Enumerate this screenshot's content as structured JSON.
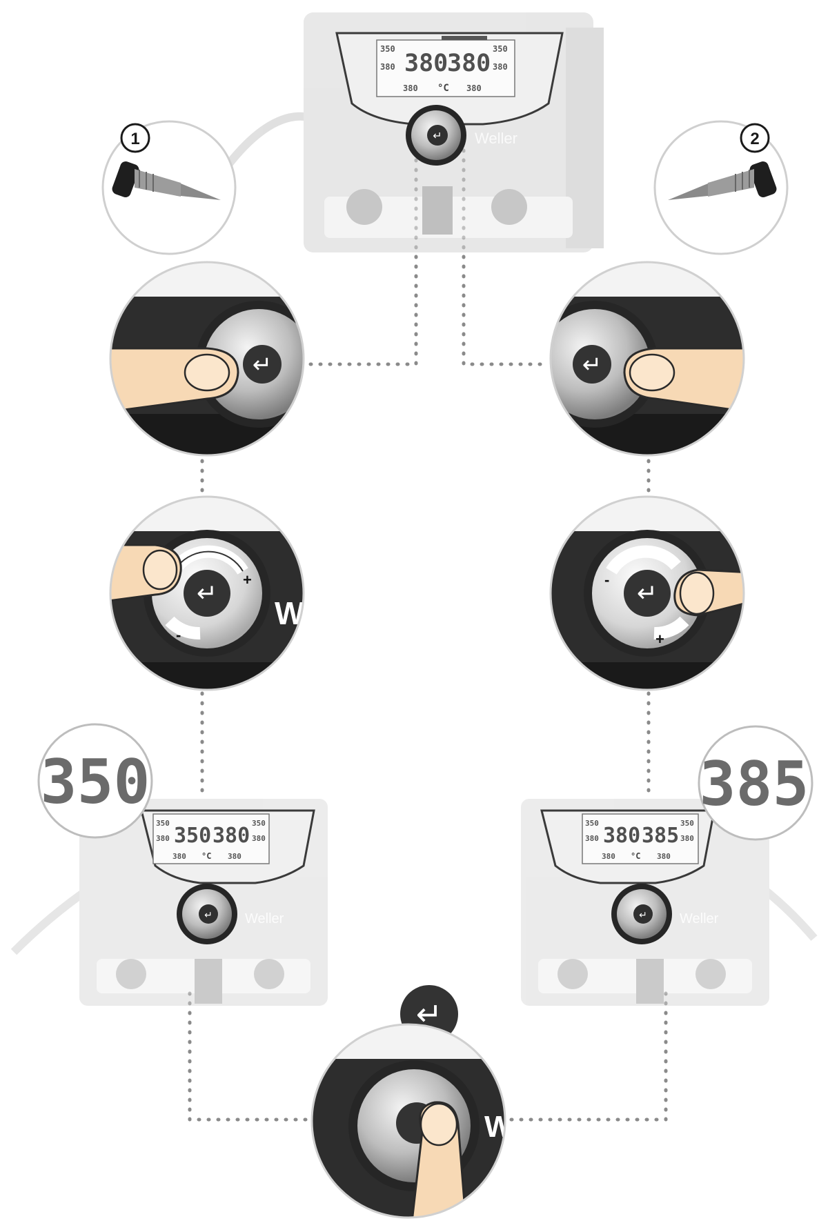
{
  "station_top": {
    "display": {
      "left_small_top": "350",
      "left_small_bottom": "380",
      "main_left": "380",
      "main_right": "380",
      "right_small_top": "350",
      "right_small_bottom": "380",
      "bottom_left": "380",
      "bottom_unit": "°C",
      "bottom_right": "380"
    },
    "brand": "Weller"
  },
  "port_badges": {
    "left": "1",
    "right": "2"
  },
  "knob_enter_symbol": "↵",
  "rotation_signs": {
    "plus": "+",
    "minus": "-"
  },
  "knob_brand_letter": "W",
  "result_left": {
    "callout_value": "350",
    "display": {
      "left_small_top": "350",
      "left_small_bottom": "380",
      "main_left": "350",
      "main_right": "380",
      "right_small_top": "350",
      "right_small_bottom": "380",
      "bottom_left": "380",
      "bottom_unit": "°C",
      "bottom_right": "380"
    },
    "brand": "Weller"
  },
  "result_right": {
    "callout_value": "385",
    "display": {
      "left_small_top": "350",
      "left_small_bottom": "380",
      "main_left": "380",
      "main_right": "385",
      "right_small_top": "350",
      "right_small_bottom": "380",
      "bottom_left": "380",
      "bottom_unit": "°C",
      "bottom_right": "380"
    },
    "brand": "Weller"
  },
  "icons": [
    "soldering-iron-icon",
    "finger-icon",
    "enter-icon",
    "rotate-arrow-icon"
  ],
  "colors": {
    "station_body": "#d9d9d9",
    "knob_dark": "#2f2f2f",
    "skin": "#f7d9b5",
    "dots": "#8a8a8a",
    "outline": "#cfcfcf"
  }
}
